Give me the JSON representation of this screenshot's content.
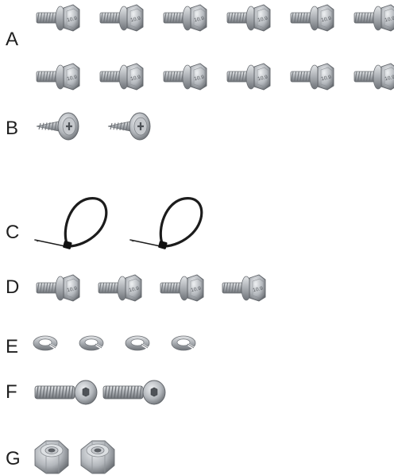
{
  "rows": [
    {
      "label": "A",
      "part": "hex-flange-bolt",
      "count": 12,
      "grade_mark": "10.9"
    },
    {
      "label": "B",
      "part": "self-tapping-screw",
      "count": 2
    },
    {
      "label": "C",
      "part": "cable-tie",
      "count": 2
    },
    {
      "label": "D",
      "part": "hex-flange-bolt",
      "count": 4,
      "grade_mark": "10.9"
    },
    {
      "label": "E",
      "part": "split-lock-washer",
      "count": 4
    },
    {
      "label": "F",
      "part": "button-head-socket-screw",
      "count": 2
    },
    {
      "label": "G",
      "part": "nylon-lock-nut",
      "count": 2
    }
  ]
}
